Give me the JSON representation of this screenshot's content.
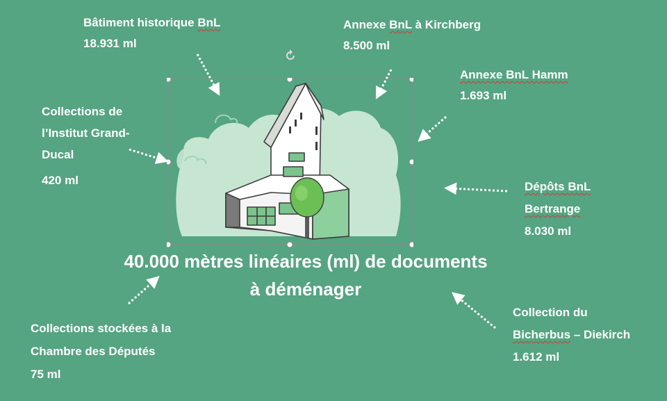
{
  "title": {
    "line1": "40.000 mètres linéaires (ml) de documents",
    "line2": "à déménager"
  },
  "locations": [
    {
      "id": "batiment-historique",
      "name_before": "Bâtiment historique ",
      "name_marked": "BnL",
      "name_after": "",
      "value": "18.931 ml"
    },
    {
      "id": "annexe-kirchberg",
      "name_before": "Annexe ",
      "name_marked": "BnL",
      "name_after": " à Kirchberg",
      "value": "8.500 ml"
    },
    {
      "id": "annexe-hamm",
      "name": "Annexe BnL Hamm",
      "value": "1.693 ml"
    },
    {
      "id": "institut-grand-ducal",
      "lines": [
        "Collections de",
        "l’Institut Grand-",
        "Ducal"
      ],
      "value": "420 ml"
    },
    {
      "id": "depots-bertrange",
      "lines": [
        "Dépôts BnL",
        "Bertrange"
      ],
      "value": "8.030 ml"
    },
    {
      "id": "chambre-deputes",
      "lines": [
        "Collections stockées à la",
        "Chambre des Députés"
      ],
      "value": "75 ml"
    },
    {
      "id": "bicherbus",
      "line1": "Collection du",
      "line2_marked": "Bicherbus",
      "line2_after": " – Diekirch",
      "value": "1.612 ml"
    }
  ],
  "icons": [
    "building-illustration-icon",
    "rotate-handle-icon"
  ],
  "colors": {
    "background": "#55a482",
    "text": "#ffffff"
  }
}
